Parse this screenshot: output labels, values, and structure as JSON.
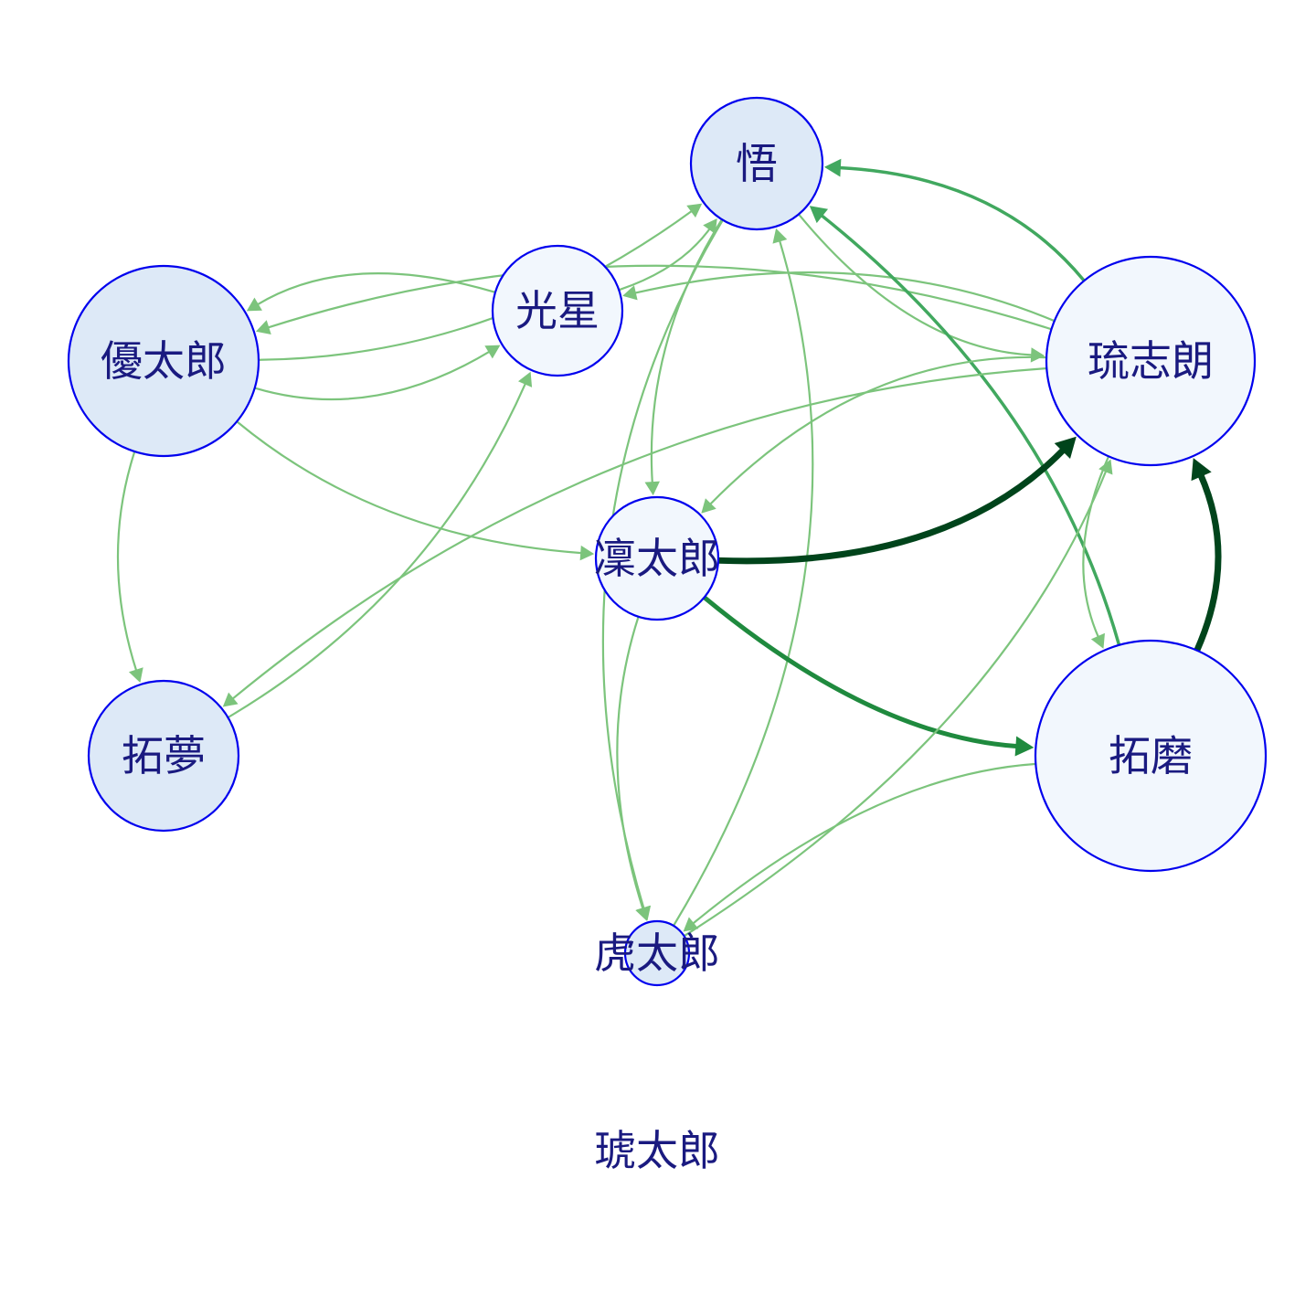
{
  "colors": {
    "node_fill_a": "#dde9f7",
    "node_fill_b": "#f2f7fd",
    "node_stroke": "#0000ee",
    "label": "#1a1a80",
    "edge_light": "#7cc47c",
    "edge_medium": "#41a85f",
    "edge_strong": "#1f8a3e",
    "edge_darkest": "#00441b"
  },
  "nodes": [
    {
      "id": "satoru",
      "label": "悟"
    },
    {
      "id": "kosei",
      "label": "光星"
    },
    {
      "id": "yutaro",
      "label": "優太郎"
    },
    {
      "id": "rushiro",
      "label": "琉志朗"
    },
    {
      "id": "rintaro",
      "label": "凜太郎"
    },
    {
      "id": "takumu",
      "label": "拓夢"
    },
    {
      "id": "takuma",
      "label": "拓磨"
    },
    {
      "id": "kotaro",
      "label": "虎太郎"
    },
    {
      "id": "kotaro2",
      "label": "琥太郎"
    }
  ],
  "edges": [
    {
      "from": "yutaro",
      "to": "satoru",
      "weight": "light"
    },
    {
      "from": "kosei",
      "to": "satoru",
      "weight": "light"
    },
    {
      "from": "yutaro",
      "to": "kosei",
      "weight": "light"
    },
    {
      "from": "kosei",
      "to": "yutaro",
      "weight": "light"
    },
    {
      "from": "rushiro",
      "to": "yutaro",
      "weight": "light"
    },
    {
      "from": "yutaro",
      "to": "rintaro",
      "weight": "light"
    },
    {
      "from": "yutaro",
      "to": "takumu",
      "weight": "light"
    },
    {
      "from": "takumu",
      "to": "kosei",
      "weight": "light"
    },
    {
      "from": "rushiro",
      "to": "kosei",
      "weight": "light"
    },
    {
      "from": "satoru",
      "to": "rushiro",
      "weight": "light"
    },
    {
      "from": "rushiro",
      "to": "satoru",
      "weight": "medium"
    },
    {
      "from": "takuma",
      "to": "satoru",
      "weight": "medium"
    },
    {
      "from": "satoru",
      "to": "rintaro",
      "weight": "light"
    },
    {
      "from": "kotaro",
      "to": "satoru",
      "weight": "light"
    },
    {
      "from": "rintaro",
      "to": "rushiro",
      "weight": "darkest"
    },
    {
      "from": "rushiro",
      "to": "rintaro",
      "weight": "light"
    },
    {
      "from": "rintaro",
      "to": "takuma",
      "weight": "strong"
    },
    {
      "from": "takuma",
      "to": "rushiro",
      "weight": "darkest"
    },
    {
      "from": "rushiro",
      "to": "takuma",
      "weight": "light"
    },
    {
      "from": "rushiro",
      "to": "takumu",
      "weight": "light"
    },
    {
      "from": "kotaro",
      "to": "rushiro",
      "weight": "light"
    },
    {
      "from": "rintaro",
      "to": "kotaro",
      "weight": "light"
    },
    {
      "from": "satoru",
      "to": "kotaro",
      "weight": "light"
    },
    {
      "from": "takuma",
      "to": "kotaro",
      "weight": "light"
    }
  ]
}
